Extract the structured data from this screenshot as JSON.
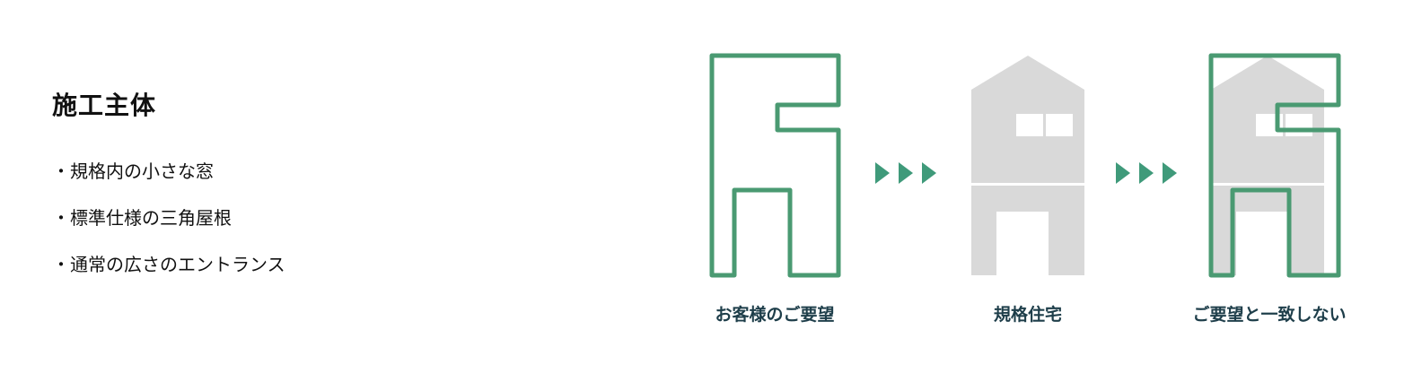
{
  "heading": "施工主体",
  "bullets": [
    "・規格内の小さな窓",
    "・標準仕様の三角屋根",
    "・通常の広さのエントランス"
  ],
  "diagram": {
    "captions": [
      "お客様のご要望",
      "規格住宅",
      "ご要望と一致しない"
    ],
    "colors": {
      "outline": "#4a9a72",
      "house_gray": "#d9d9d9",
      "arrow": "#3f9a7a",
      "caption": "#1e3e4a"
    },
    "icons": [
      "outline-house-icon",
      "arrow-triangles-icon",
      "gray-house-icon",
      "overlay-house-icon"
    ]
  }
}
